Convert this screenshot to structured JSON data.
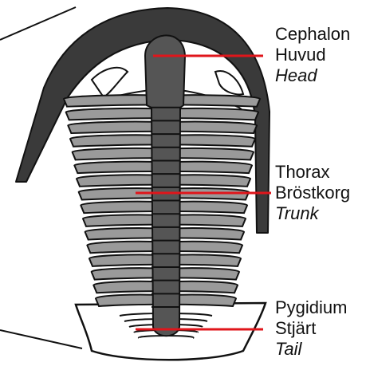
{
  "labels": {
    "head": {
      "latin": "Cephalon",
      "swedish": "Huvud",
      "english": "Head"
    },
    "trunk": {
      "latin": "Thorax",
      "swedish": "Bröstkorg",
      "english": "Trunk"
    },
    "tail": {
      "latin": "Pygidium",
      "swedish": "Stjärt",
      "english": "Tail"
    }
  },
  "colors": {
    "pointer_line": "#e0151b",
    "outline": "#111111",
    "pleura": "#9a9a9a",
    "axis": "#555555",
    "cephalon_rim": "#3a3a3a"
  },
  "thorax_segment_count": 16
}
